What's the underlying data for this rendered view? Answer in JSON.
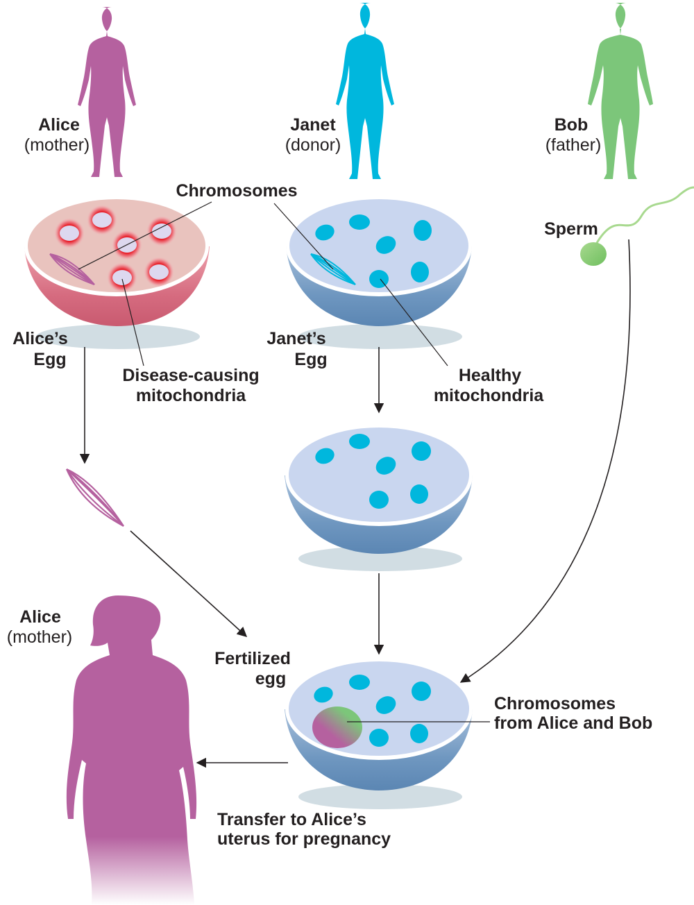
{
  "people": {
    "alice": {
      "name": "Alice",
      "role": "(mother)"
    },
    "janet": {
      "name": "Janet",
      "role": "(donor)"
    },
    "bob": {
      "name": "Bob",
      "role": "(father)"
    },
    "alice_bottom": {
      "name": "Alice",
      "role": "(mother)"
    }
  },
  "labels": {
    "chromosomes": "Chromosomes",
    "sperm": "Sperm",
    "alices_egg_line1": "Alice’s",
    "alices_egg_line2": "Egg",
    "janets_egg_line1": "Janet’s",
    "janets_egg_line2": "Egg",
    "disease_line1": "Disease-causing",
    "disease_line2": "mitochondria",
    "healthy_line1": "Healthy",
    "healthy_line2": "mitochondria",
    "fertilized_line1": "Fertilized",
    "fertilized_line2": "egg",
    "chromosomes_from_line1": "Chromosomes",
    "chromosomes_from_line2": "from Alice and Bob",
    "transfer_line1": "Transfer to Alice’s",
    "transfer_line2": "uterus for pregnancy"
  },
  "colors": {
    "alice": "#b5619f",
    "janet": "#00b7dd",
    "bob": "#7cc67a",
    "disease_glow": "#e8202a",
    "egg_inner_blue": "#c9d6ef",
    "egg_shell_blue": "#6f97c0",
    "egg_inner_pink": "#e9c3be",
    "egg_shell_pink": "#d66c80"
  }
}
